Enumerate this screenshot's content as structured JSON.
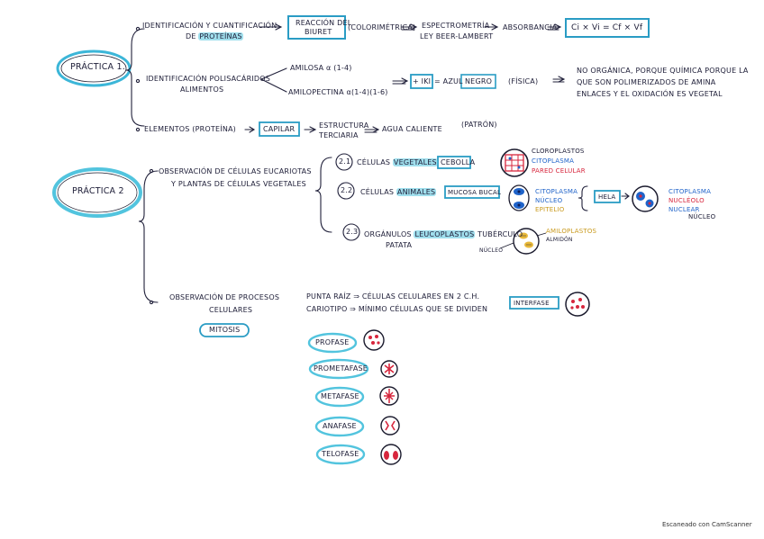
{
  "practica1": {
    "label": "PRÁCTICA 1.",
    "branch1": {
      "line1": "IDENTIFICACIÓN Y CUANTIFICACIÓN",
      "line2_prefix": "DE ",
      "line2_highlight": "PROTEÍNAS",
      "box_line1": "REACCIÓN DEL",
      "box_line2": "BIURET",
      "method": "(COLORIMÉTRICA)",
      "result_line1": "ESPECTROMETRÍA",
      "result_line2": "LEY BEER-LAMBERT",
      "step2": "ABSORBANCIA",
      "formula": "Ci × Vi = Cf × Vf"
    },
    "branch2": {
      "line1": "IDENTIFICACIÓN POLISACÁRIDOS",
      "line2": "ALIMENTOS",
      "option1": "AMILOSA α (1-4)",
      "option2": "AMILOPECTINA α(1-4)(1-6)",
      "reagent": "+ IKI",
      "result_prefix": "= AZUL ",
      "result_box": "NEGRO",
      "result_note": "(FÍSICA)",
      "note_line1": "NO ORGÁNICA, PORQUE QUÍMICA PORQUE LA",
      "note_line2": "QUE SON POLIMERIZADOS DE AMINA",
      "note_line3": "ENLACES Y EL OXIDACIÓN ES VEGETAL"
    },
    "branch3": {
      "prefix": "ELEMENTOS (PROTEÍNA)",
      "box": "CAPILAR",
      "structure_line1": "ESTRUCTURA",
      "structure_line2": "TERCIARIA",
      "result": "AGUA CALIENTE",
      "result_note": "(PATRÓN)"
    }
  },
  "practica2": {
    "label": "PRÁCTICA 2",
    "branch1": {
      "line1": "OBSERVACIÓN DE CÉLULAS EUCARIOTAS",
      "line2": "Y PLANTAS DE CÉLULAS VEGETALES",
      "item1": {
        "num": "2.1",
        "prefix": "CÉLULAS ",
        "highlight": "VEGETALES",
        "box": "CEBOLLA",
        "labels": [
          "CLOROPLASTOS",
          "CITOPLASMA",
          "PARED CELULAR"
        ]
      },
      "item2": {
        "num": "2.2",
        "prefix": "CÉLULAS ",
        "highlight": "ANIMALES",
        "box": "MUCOSA BUCAL",
        "labels": [
          "CITOPLASMA",
          "NÚCLEO",
          "EPITELIO"
        ],
        "box2": "HELA",
        "labels2": [
          "CITOPLASMA",
          "NUCLÉOLO",
          "NUCLEAR",
          "NÚCLEO"
        ]
      },
      "item3": {
        "num": "2.3",
        "prefix": "ORGÁNULOS ",
        "highlight": "LEUCOPLASTOS",
        "suffix": " TUBÉRCULO",
        "line2": "PATATA",
        "labels": [
          "AMILOPLASTOS",
          "ALMIDÓN"
        ],
        "side_label": "NÚCLEO"
      }
    },
    "branch2": {
      "line1": "OBSERVACIÓN DE PROCESOS",
      "line2": "CELULARES",
      "box": "MITOSIS",
      "desc1": "PUNTA RAÍZ ⇒ CÉLULAS CELULARES EN 2 C.H.",
      "desc2": "CARIOTIPO ⇒ MÍNIMO CÉLULAS QUE SE DIVIDEN",
      "box2": "INTERFASE",
      "phases": [
        "PROFASE",
        "PROMETAFASE",
        "METAFASE",
        "ANAFASE",
        "TELOFASE"
      ]
    }
  },
  "footer": "Escaneado con CamScanner",
  "colors": {
    "ink": "#20203a",
    "blue_highlight": "#52c4de",
    "box_border": "#2a9cc4",
    "red": "#d7263d",
    "blue": "#1f63c9",
    "gold": "#c99a1e"
  }
}
